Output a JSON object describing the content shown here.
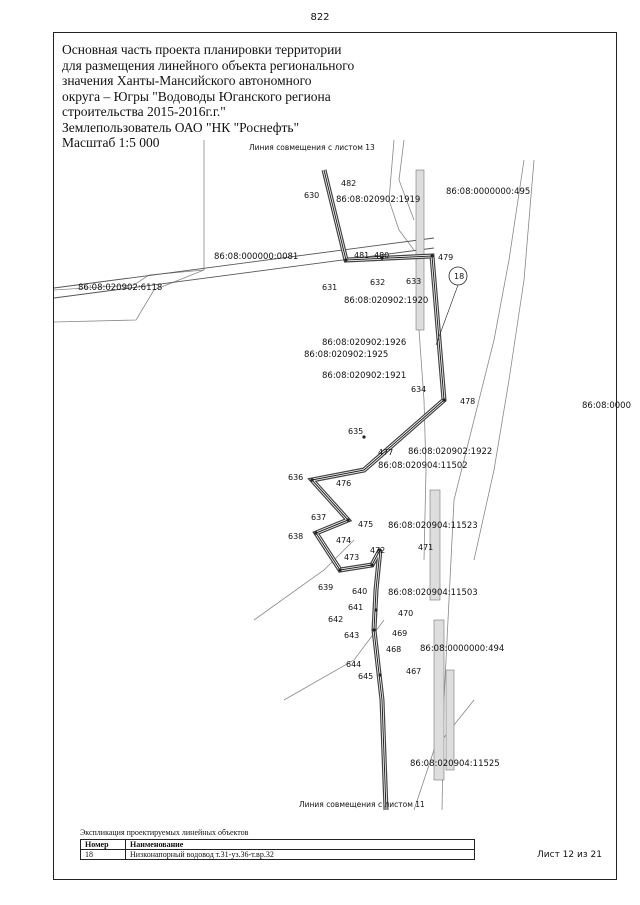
{
  "page_number": "822",
  "title_lines": [
    "Основная часть проекта планировки территории",
    "для размещения линейного объекта регионального",
    "значения Ханты-Мансийского автономного",
    "округа – Югры \"Водоводы Юганского региона",
    "строительства 2015-2016г.г.\"",
    "Землепользователь ОАО \"НК \"Роснефть\"",
    "Масштаб 1:5 000"
  ],
  "match_line_top": "Линия совмещения с листом 13",
  "match_line_bottom": "Линия совмещения с листом 11",
  "object_marker": "18",
  "parcels": [
    "86:08:0000000:495",
    "86:08:020902:1919",
    "86:08:000000:0081",
    "86:08:020902:6118",
    "86:08:020902:1920",
    "86:08:020902:1926",
    "86:08:020902:1925",
    "86:08:020902:1921",
    "86:08:0000",
    "86:08:020902:1922",
    "86:08:020904:11502",
    "86:08:020904:11523",
    "86:08:020904:11503",
    "86:08:0000000:494",
    "86:08:020904:11525"
  ],
  "points": [
    "630",
    "482",
    "481",
    "480",
    "479",
    "631",
    "632",
    "633",
    "634",
    "478",
    "635",
    "477",
    "636",
    "476",
    "637",
    "475",
    "638",
    "474",
    "473",
    "472",
    "471",
    "639",
    "640",
    "641",
    "470",
    "642",
    "643",
    "469",
    "468",
    "644",
    "645",
    "467"
  ],
  "legend": {
    "title": "Экспликация проектируемых линейных объектов",
    "col_number": "Номер",
    "col_name": "Наименование",
    "rows": [
      {
        "number": "18",
        "name": "Низконапорный водовод т.31-уз.36-т.вр.32"
      }
    ]
  },
  "sheet_label": "Лист 12 из 21"
}
